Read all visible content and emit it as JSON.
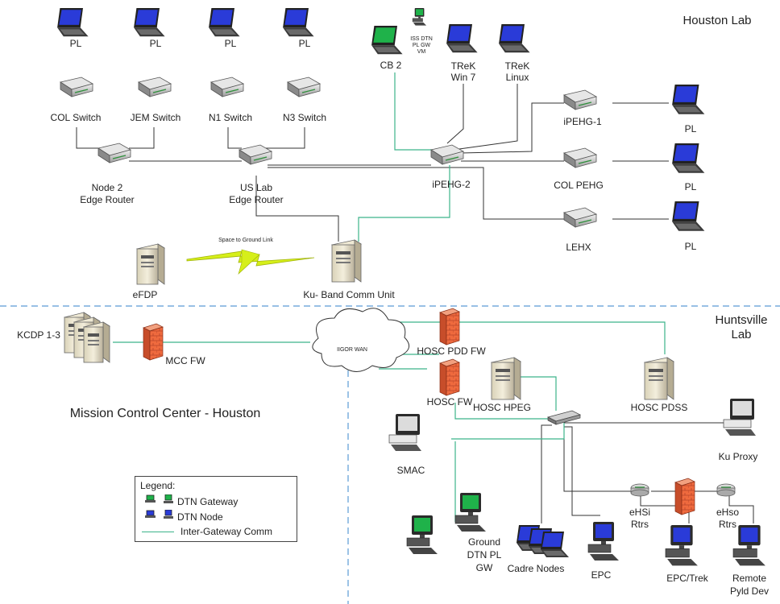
{
  "regions": {
    "houston_lab": "Houston Lab",
    "huntsville_lab": "Huntsville\nLab",
    "mcc": "Mission Control Center - Houston"
  },
  "link_label": "Space to Ground Link",
  "cloud_label": "IIGOR WAN",
  "nodes": {
    "pl1": "PL",
    "pl2": "PL",
    "pl3": "PL",
    "pl4": "PL",
    "col_switch": "COL Switch",
    "jem_switch": "JEM Switch",
    "n1_switch": "N1 Switch",
    "n3_switch": "N3 Switch",
    "node2_router": "Node 2\nEdge Router",
    "uslab_router": "US Lab\nEdge Router",
    "cb2": "CB 2",
    "iss_dtn": "ISS DTN\nPL GW\nVM",
    "trek_win7": "TReK\nWin 7",
    "trek_linux": "TReK\nLinux",
    "ipehg1": "iPEHG-1",
    "ipehg2": "iPEHG-2",
    "col_pehg": "COL PEHG",
    "lehx": "LEHX",
    "pl_r1": "PL",
    "pl_r2": "PL",
    "pl_r3": "PL",
    "efdp": "eFDP",
    "ku_comm": "Ku- Band Comm Unit",
    "kcdp": "KCDP 1-3",
    "mcc_fw": "MCC FW",
    "hosc_pdd_fw": "HOSC PDD FW",
    "hosc_fw": "HOSC FW",
    "hosc_hpeg": "HOSC HPEG",
    "hosc_pdss": "HOSC PDSS",
    "smac": "SMAC",
    "ku_proxy": "Ku Proxy",
    "ground_dtn": "Ground\nDTN PL\nGW",
    "cadre": "Cadre Nodes",
    "epc": "EPC",
    "ehsi": "eHSi\nRtrs",
    "ehso": "eHso\nRtrs",
    "epc_trek": "EPC/Trek",
    "remote_pyld": "Remote\nPyld Dev"
  },
  "legend": {
    "title": "Legend:",
    "gateway": "DTN Gateway",
    "node": "DTN Node",
    "comm": "Inter-Gateway Comm"
  },
  "colors": {
    "black_link": "#333333",
    "green_link": "#3cb38a",
    "boundary": "#5b9bd5",
    "laptop_blue": "#2a3bd8",
    "laptop_green": "#1fb24a",
    "firewall": "#e8643c",
    "lightning": "#d6ef1a"
  }
}
